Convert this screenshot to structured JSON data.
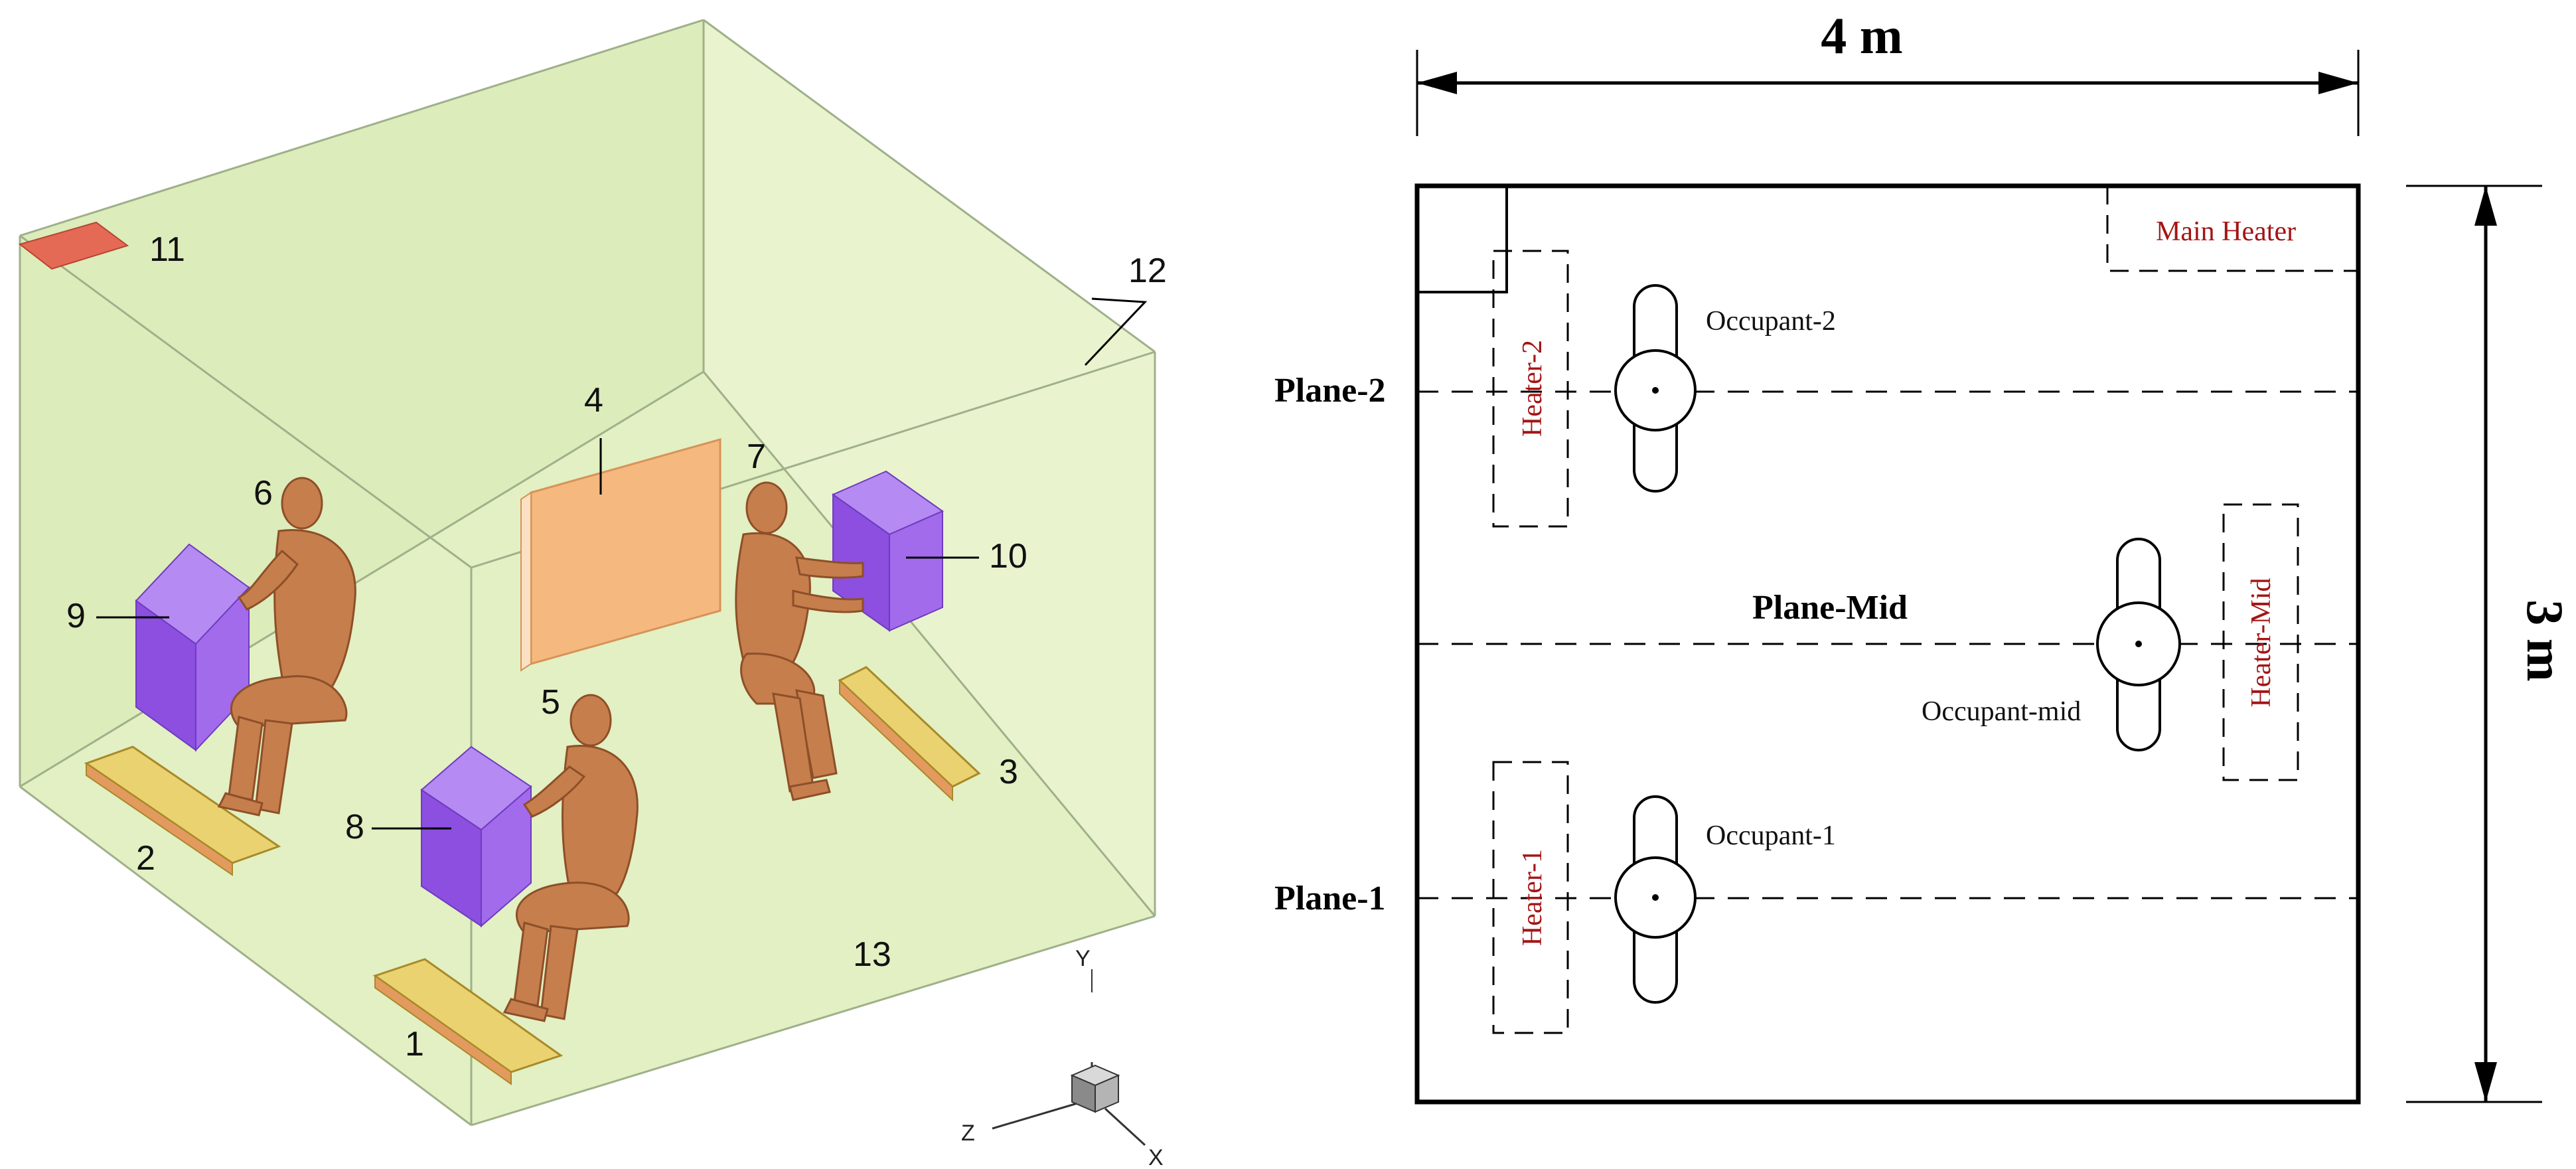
{
  "iso_view": {
    "component_numbers": [
      "1",
      "2",
      "3",
      "4",
      "5",
      "6",
      "7",
      "8",
      "9",
      "10",
      "11",
      "12",
      "13"
    ],
    "axes": {
      "y": "Y",
      "z": "Z",
      "x": "X"
    },
    "colors": {
      "room_fill": "#e7f2c8",
      "room_edge": "#9fb08a",
      "heater_panel": "#f5b980",
      "occupant": "#c67e4d",
      "computer": "#9a5ae8",
      "foot_heater": "#ead270",
      "vent": "#e46a55"
    }
  },
  "plan_view": {
    "width_label": "4 m",
    "height_label": "3 m",
    "planes": {
      "plane_2": "Plane-2",
      "plane_mid": "Plane-Mid",
      "plane_1": "Plane-1"
    },
    "occupants": {
      "occupant_2": "Occupant-2",
      "occupant_mid": "Occupant-mid",
      "occupant_1": "Occupant-1"
    },
    "heaters": {
      "main": "Main Heater",
      "heater_2": "Heater-2",
      "heater_mid": "Heater-Mid",
      "heater_1": "Heater-1"
    },
    "colors": {
      "heater_text": "#a31515",
      "line": "#000000"
    }
  }
}
